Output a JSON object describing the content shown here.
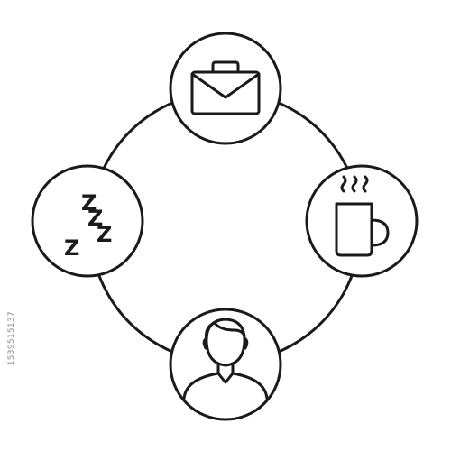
{
  "diagram": {
    "type": "cycle",
    "nodes": [
      {
        "id": "work",
        "icon": "briefcase-icon"
      },
      {
        "id": "break",
        "icon": "coffee-mug-icon"
      },
      {
        "id": "person",
        "icon": "person-icon"
      },
      {
        "id": "sleep",
        "icon": "sleep-zzz-icon"
      }
    ]
  },
  "sleep_letters": [
    "Z",
    "Z",
    "Z",
    "Z"
  ],
  "watermark": {
    "stock_id": "1539515137"
  },
  "colors": {
    "line": "#1a1a1a",
    "background": "#ffffff",
    "watermark": "#8a8a8a"
  }
}
